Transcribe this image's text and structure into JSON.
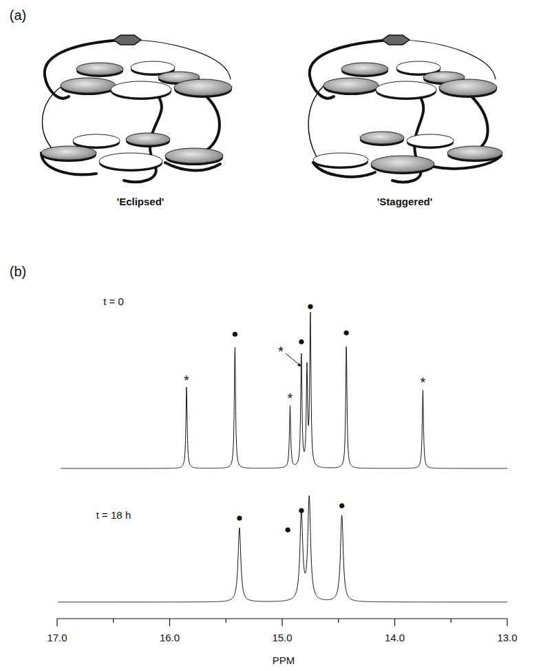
{
  "diagram": {
    "labels": [
      "(a)",
      "'Eclipsed'",
      "'Staggered'",
      "(b)",
      "t = 0",
      "●",
      "*",
      "●",
      "*",
      "*",
      "●",
      "●",
      "*",
      "t = 18 h",
      "●",
      "●",
      "●",
      "●",
      "17.0",
      "16.0",
      "15.0",
      "14.0",
      "13.0",
      "PPM"
    ]
  }
}
